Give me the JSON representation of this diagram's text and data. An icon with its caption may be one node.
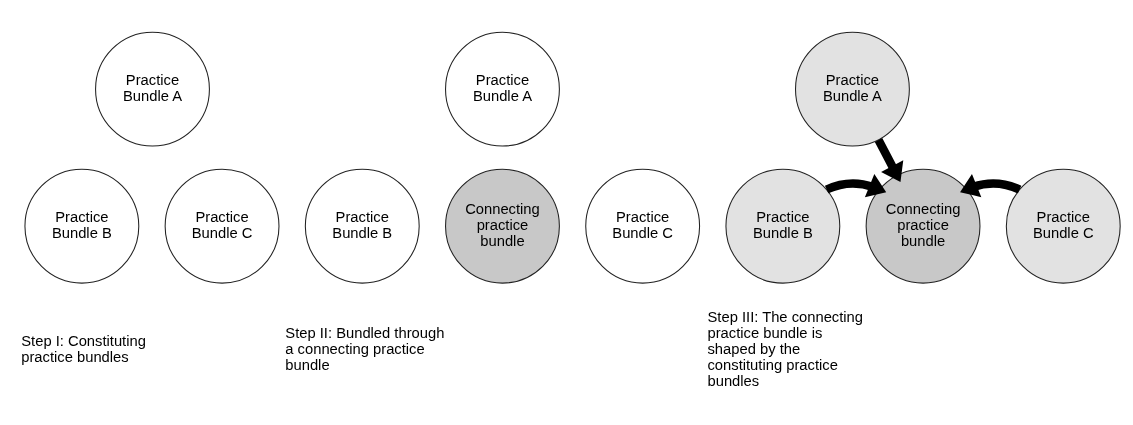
{
  "diagram": {
    "nodes": [
      {
        "text": [
          "Practice Bundle A"
        ]
      },
      {
        "text": [
          "Practice Bundle B"
        ]
      },
      {
        "text": [
          "Practice Bundle C"
        ]
      },
      {
        "text": [
          "Practice Bundle A"
        ]
      },
      {
        "text": [
          "Connecting practice bundle"
        ]
      },
      {
        "text": [
          "Practice Bundle B"
        ]
      },
      {
        "text": [
          "Practice Bundle C"
        ]
      },
      {
        "text": [
          "Practice Bundle A"
        ]
      },
      {
        "text": [
          "Connecting practice bundle"
        ]
      },
      {
        "text": [
          "Practice Bundle B"
        ]
      },
      {
        "text": [
          "Practice Bundle C"
        ]
      }
    ],
    "edges": [
      {
        "from": 7,
        "to": 8,
        "arrow": "to"
      },
      {
        "from": 9,
        "to": 8,
        "arrow": "to"
      },
      {
        "from": 10,
        "to": 8,
        "arrow": "to"
      }
    ],
    "labels": [
      "Step I: Constituting practice bundles",
      "Step II: Bundled through a connecting practice bundle",
      "Step III: The connecting practice bundle is shaped by the constituting practice bundles"
    ]
  }
}
